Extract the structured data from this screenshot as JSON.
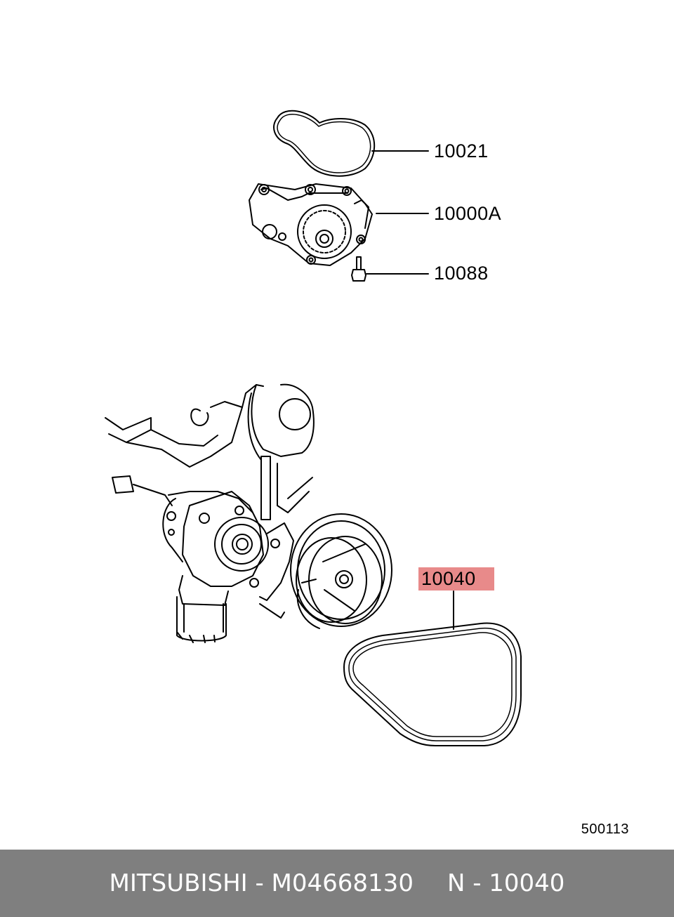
{
  "callouts": {
    "gasket": "10021",
    "water_pump": "10000A",
    "bolt": "10088",
    "belt": "10040"
  },
  "drawing_number": "500113",
  "footer": {
    "left": "MITSUBISHI - M04668130",
    "right": "N - 10040",
    "background": "#7f7f7f"
  },
  "highlight_color": "#e88a8a"
}
